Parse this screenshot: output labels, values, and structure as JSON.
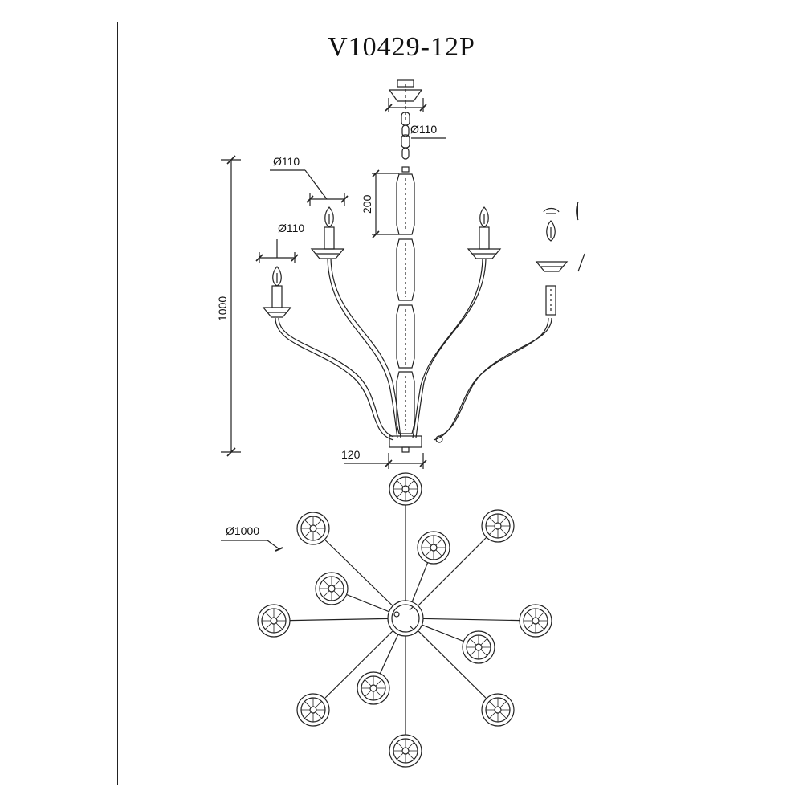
{
  "title": "V10429-12P",
  "dimensions": {
    "canopy_diameter": "Ø110",
    "bobeche_diameter_upper": "Ø110",
    "bobeche_diameter_lower": "Ø110",
    "segment_height": "200",
    "overall_height": "1000",
    "base_width": "120",
    "overall_diameter": "Ø1000"
  },
  "colors": {
    "line": "#222222",
    "paper": "#ffffff"
  }
}
